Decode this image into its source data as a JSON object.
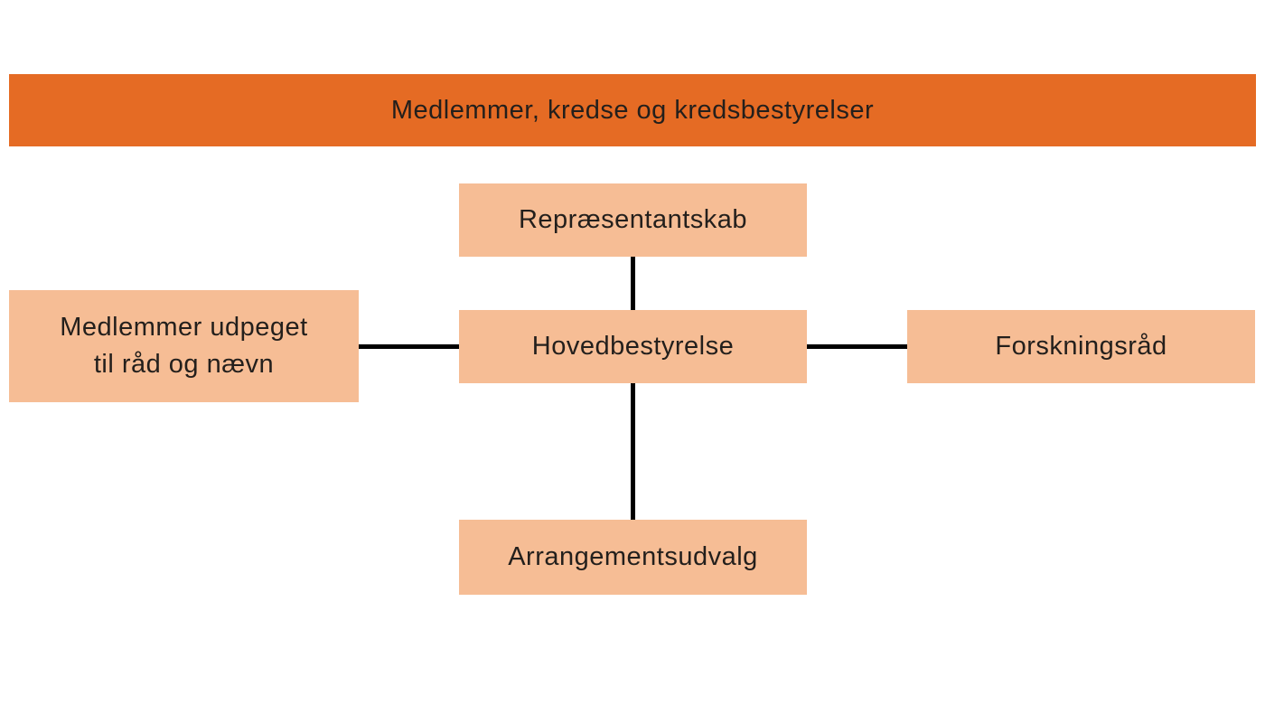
{
  "diagram": {
    "type": "org-chart",
    "banner": {
      "label": "Medlemmer, kredse og kredsbestyrelser"
    },
    "nodes": {
      "repraesentantskab": {
        "label": "Repræsentantskab"
      },
      "medlemmer_udpeget": {
        "label": "Medlemmer udpeget til råd og nævn",
        "line1": "Medlemmer udpeget",
        "line2": "til råd og nævn"
      },
      "hovedbestyrelse": {
        "label": "Hovedbestyrelse"
      },
      "forskningsraad": {
        "label": "Forskningsråd"
      },
      "arrangementsudvalg": {
        "label": "Arrangementsudvalg"
      }
    },
    "edges": [
      {
        "from": "repraesentantskab",
        "to": "hovedbestyrelse",
        "orientation": "vertical"
      },
      {
        "from": "hovedbestyrelse",
        "to": "arrangementsudvalg",
        "orientation": "vertical"
      },
      {
        "from": "medlemmer_udpeget",
        "to": "hovedbestyrelse",
        "orientation": "horizontal"
      },
      {
        "from": "hovedbestyrelse",
        "to": "forskningsraad",
        "orientation": "horizontal"
      }
    ],
    "colors": {
      "banner_fill": "#e56b24",
      "node_fill": "#f6bd95",
      "connector": "#000000",
      "text": "#231f1c",
      "background": "#ffffff"
    }
  }
}
